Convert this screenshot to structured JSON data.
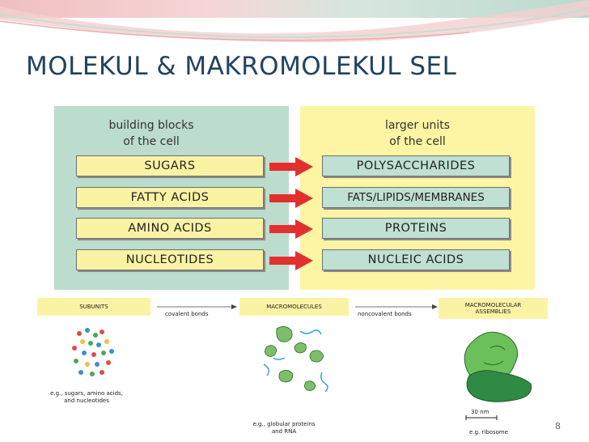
{
  "slide": {
    "title": "MOLEKUL & MAKROMOLEKUL SEL",
    "page_number": "8"
  },
  "left_panel": {
    "heading_line1": "building blocks",
    "heading_line2": "of the cell",
    "items": [
      "SUGARS",
      "FATTY ACIDS",
      "AMINO ACIDS",
      "NUCLEOTIDES"
    ]
  },
  "right_panel": {
    "heading_line1": "larger units",
    "heading_line2": "of the cell",
    "items": [
      "POLYSACCHARIDES",
      "FATS/LIPIDS/MEMBRANES",
      "PROTEINS",
      "NUCLEIC ACIDS"
    ]
  },
  "figure": {
    "subunits": "SUBUNITS",
    "covalent": "covalent bonds",
    "macromolecules": "MACROMOLECULES",
    "noncovalent": "noncovalent bonds",
    "assemblies_line1": "MACROMOLECULAR",
    "assemblies_line2": "ASSEMBLIES",
    "caption1_line1": "e.g., sugars, amino acids,",
    "caption1_line2": "and nucleotides",
    "caption2_line1": "e.g., globular proteins",
    "caption2_line2": "and RNA",
    "scale": "30 nm",
    "caption3": "e.g. ribosome"
  },
  "colors": {
    "title": "#23435e",
    "left_panel_bg": "#bcdccd",
    "right_panel_bg": "#fdf5a3",
    "arrow": "#e2302f"
  }
}
